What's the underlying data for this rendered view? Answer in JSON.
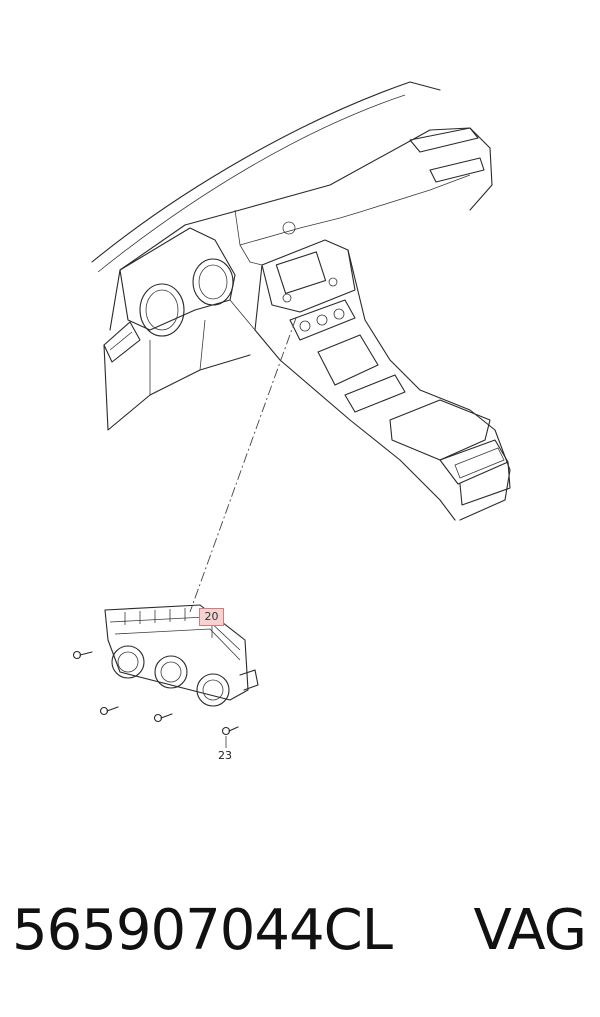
{
  "callouts": {
    "part_20": "20",
    "part_23": "23"
  },
  "footer": {
    "part_number": "565907044CL",
    "brand": "VAG"
  },
  "colors": {
    "callout_highlight_fill": "#f6d3d3",
    "callout_highlight_border": "#d87a7a",
    "line": "#2a2a2a"
  }
}
